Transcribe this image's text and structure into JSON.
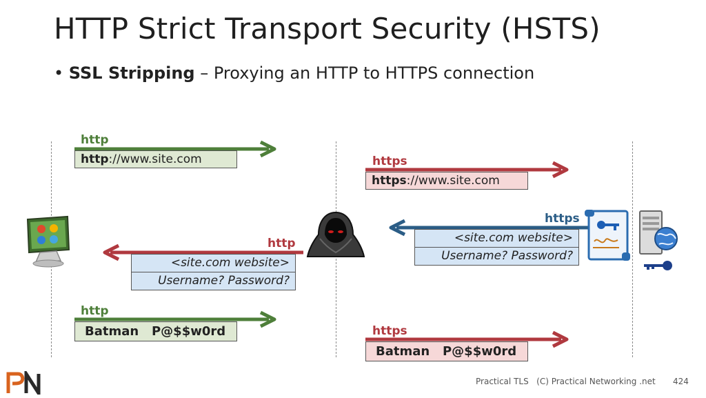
{
  "slide": {
    "title": "HTTP Strict Transport Security (HSTS)",
    "bullet_bold": "SSL Stripping",
    "bullet_rest": " – Proxying an HTTP to HTTPS connection"
  },
  "left_flow": {
    "top_label": "http",
    "top_url_bold": "http",
    "top_url_rest": "://www.site.com",
    "mid_label": "http",
    "mid_website": "<site.com website>",
    "mid_prompt": "Username? Password?",
    "bottom_label": "http",
    "bottom_credentials": "Batman   P@$$w0rd"
  },
  "right_flow": {
    "top_label": "https",
    "top_url_bold": "https",
    "top_url_rest": "://www.site.com",
    "mid_label": "https",
    "mid_website": "<site.com website>",
    "mid_prompt": "Username? Password?",
    "bottom_label": "https",
    "bottom_credentials": "Batman   P@$$w0rd"
  },
  "footer": {
    "course": "Practical TLS",
    "copyright": "(C) Practical Networking .net",
    "page": "424",
    "logo_text": "PN"
  },
  "colors": {
    "http_green": "#4e7f3a",
    "https_red": "#b0393f",
    "server_blue": "#2b5d86"
  },
  "icons": {
    "client": "computer-monitor-icon",
    "attacker": "hooded-hacker-icon",
    "certificate": "certificate-scroll-icon",
    "server": "server-globe-icon",
    "key": "key-icon"
  }
}
